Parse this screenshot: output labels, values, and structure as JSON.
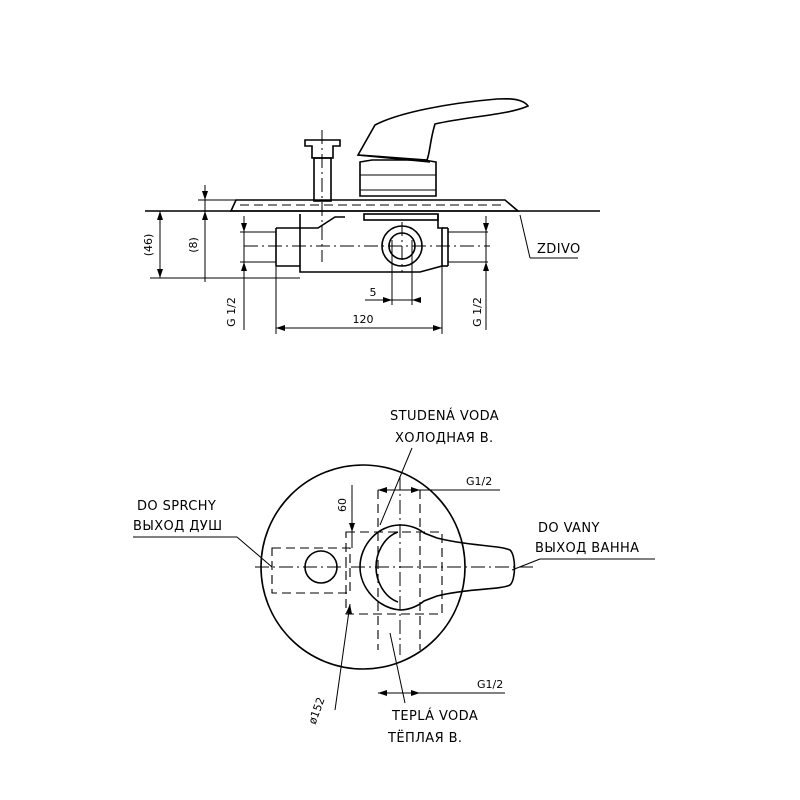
{
  "side_view": {
    "dim_overall_height": "(46)",
    "dim_plate": "(8)",
    "dim_thread_left": "G 1/2",
    "dim_thread_right": "G 1/2",
    "dim_offset": "5",
    "dim_width": "120",
    "wall_label": "ZDIVO"
  },
  "top_view": {
    "cold_label_cz": "STUDENÁ VODA",
    "cold_label_ru": "ХОЛОДНАЯ В.",
    "shower_label_cz": "DO SPRCHY",
    "shower_label_ru": "ВЫХОД ДУШ",
    "bath_label_cz": "DO VANY",
    "bath_label_ru": "ВЫХОД ВАННА",
    "warm_label_cz": "TEPLÁ VODA",
    "warm_label_ru": "TЁПЛАЯ В.",
    "thread_top": "G1/2",
    "thread_bottom": "G1/2",
    "dim_60": "60",
    "dim_diameter": "ø152"
  }
}
